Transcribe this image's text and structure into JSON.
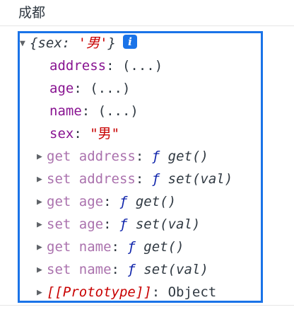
{
  "console": {
    "log_text": "成都",
    "object": {
      "preview_open": "{sex: ",
      "preview_value": "'男'",
      "preview_close": "}",
      "info_icon": "i",
      "properties": [
        {
          "key": "address",
          "sep": ": ",
          "value": "(...)"
        },
        {
          "key": "age",
          "sep": ": ",
          "value": "(...)"
        },
        {
          "key": "name",
          "sep": ": ",
          "value": "(...)"
        },
        {
          "key": "sex",
          "sep": ": ",
          "value": "\"男\""
        }
      ],
      "accessors": [
        {
          "key": "get address",
          "sep": ": ",
          "f": "ƒ",
          "sig": " get()"
        },
        {
          "key": "set address",
          "sep": ": ",
          "f": "ƒ",
          "sig": " set(val)"
        },
        {
          "key": "get age",
          "sep": ": ",
          "f": "ƒ",
          "sig": " get()"
        },
        {
          "key": "set age",
          "sep": ": ",
          "f": "ƒ",
          "sig": " set(val)"
        },
        {
          "key": "get name",
          "sep": ": ",
          "f": "ƒ",
          "sig": " get()"
        },
        {
          "key": "set name",
          "sep": ": ",
          "f": "ƒ",
          "sig": " set(val)"
        }
      ],
      "prototype": {
        "key": "[[Prototype]]",
        "sep": ": ",
        "value": "Object"
      }
    }
  },
  "colors": {
    "highlight_border": "#1a73e8",
    "key": "#881391",
    "key_dim": "#aa71ad",
    "string": "#c80000",
    "function": "#0d22aa"
  }
}
